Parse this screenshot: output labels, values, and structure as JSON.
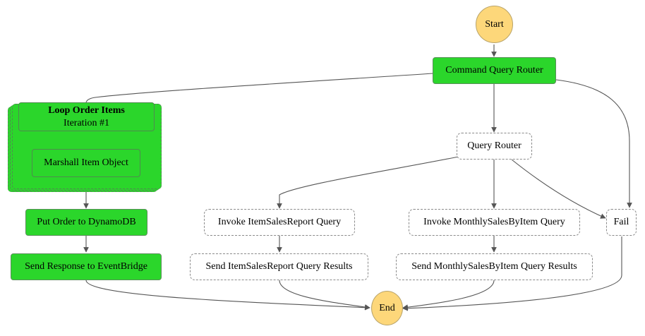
{
  "nodes": {
    "start": "Start",
    "command_query_router": "Command Query Router",
    "query_router": "Query Router",
    "invoke_item_sales_report": "Invoke ItemSalesReport Query",
    "invoke_monthly_sales": "Invoke MonthlySalesByItem Query",
    "send_item_sales_results": "Send ItemSalesReport Query Results",
    "send_monthly_sales_results": "Send MonthlySalesByItem Query Results",
    "fail": "Fail",
    "end": "End",
    "put_order": "Put Order to DynamoDB",
    "send_response": "Send Response to EventBridge"
  },
  "map_state": {
    "title": "Loop Order Items",
    "iteration": "Iteration #1",
    "inner_step": "Marshall Item Object"
  },
  "colors": {
    "task_green": "#2bd62b",
    "terminal_yellow": "#fdd77a",
    "edge": "#555555"
  }
}
